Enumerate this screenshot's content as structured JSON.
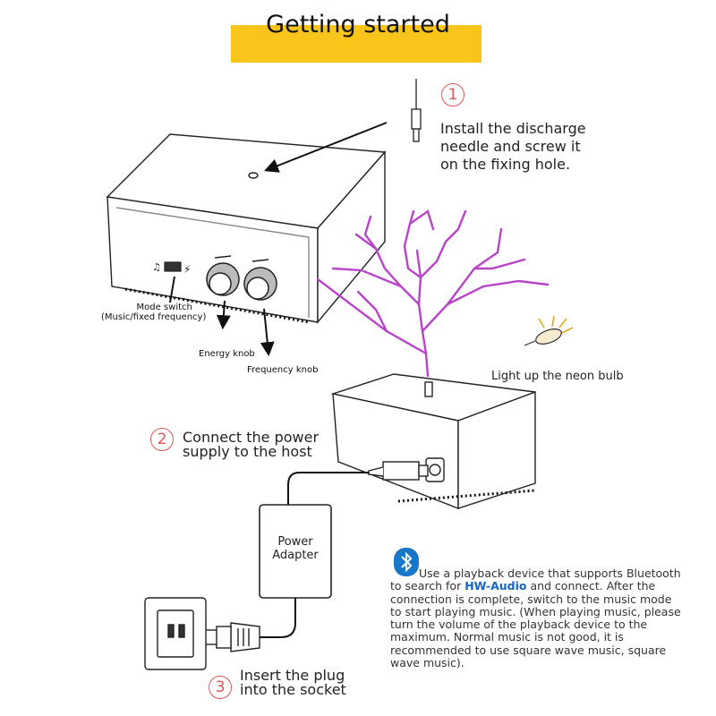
{
  "title": "Getting started",
  "steps": {
    "step1": {
      "number": "1",
      "text_lines": [
        "Install the discharge",
        "needle and screw it",
        "on the fixing hole."
      ]
    },
    "step2": {
      "number": "2",
      "text_lines": [
        "Connect the power",
        "supply to the host"
      ]
    },
    "step3": {
      "number": "3",
      "text_lines": [
        "Insert the plug",
        "into the socket"
      ]
    }
  },
  "labels": {
    "mode_switch": [
      "Mode switch",
      "(Music/fixed frequency)"
    ],
    "energy_knob": "Energy knob",
    "frequency_knob": "Frequency knob",
    "neon_bulb": "Light up the neon bulb",
    "power_adapter": [
      "Power",
      "Adapter"
    ]
  },
  "bluetooth": {
    "icon": "bluetooth-icon",
    "pre": "Use a playback device that supports Bluetooth to search for ",
    "device_name": "HW-Audio",
    "post": " and connect. After the connection is complete, switch to the music mode to start playing music. (When playing music, please turn the volume of the playback device to the maximum. Normal music is not good, it is recommended to use square wave music, square wave music)."
  },
  "colors": {
    "banner": "#f9c51a",
    "step_number": "#e05555",
    "arc": "#b845c8",
    "bluetooth": "#1877c9",
    "device_name": "#1565c0"
  }
}
